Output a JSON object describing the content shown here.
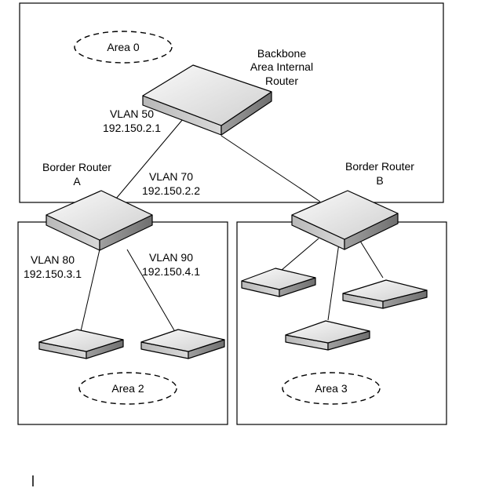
{
  "areas": [
    {
      "id": "area0",
      "label": "Area 0"
    },
    {
      "id": "area2",
      "label": "Area 2"
    },
    {
      "id": "area3",
      "label": "Area 3"
    }
  ],
  "routers": {
    "backbone": {
      "lines": [
        "Backbone",
        "Area Internal",
        "Router"
      ]
    },
    "border_a": {
      "lines": [
        "Border Router",
        "A"
      ]
    },
    "border_b": {
      "lines": [
        "Border Router",
        "B"
      ]
    }
  },
  "links": {
    "vlan50": {
      "name": "VLAN 50",
      "ip": "192.150.2.1"
    },
    "vlan70": {
      "name": "VLAN 70",
      "ip": "192.150.2.2"
    },
    "vlan80": {
      "name": "VLAN 80",
      "ip": "192.150.3.1"
    },
    "vlan90": {
      "name": "VLAN 90",
      "ip": "192.150.4.1"
    }
  },
  "colors": {
    "device_top": "#e4e4e4",
    "device_side_light": "#c8c8c8",
    "device_side_dark": "#8e8e8e",
    "outline": "#000000"
  }
}
